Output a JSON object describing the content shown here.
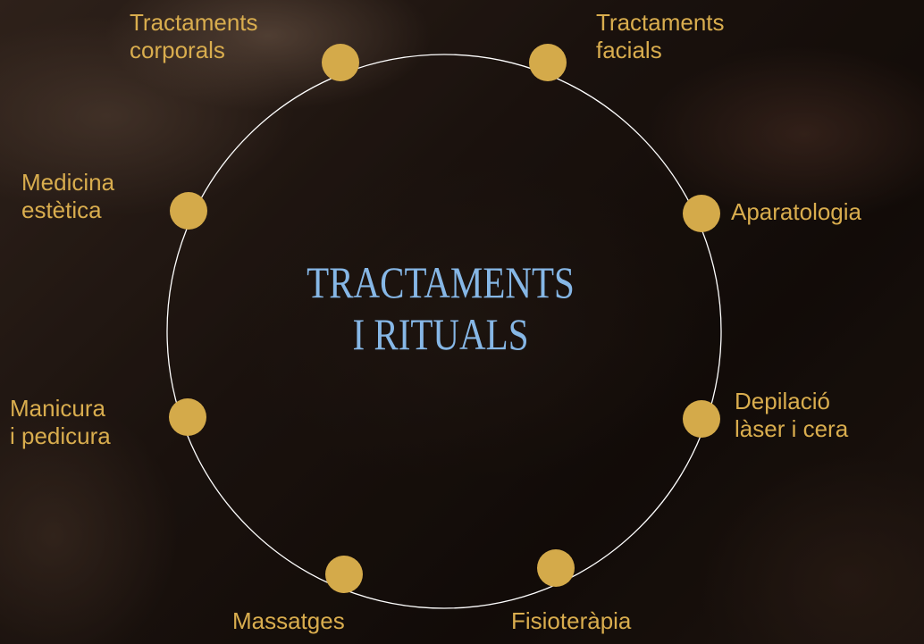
{
  "center": {
    "title_line1": "TRACTAMENTS",
    "title_line2": "I RITUALS"
  },
  "items": [
    {
      "line1": "Tractaments",
      "line2": "corporals"
    },
    {
      "line1": "Tractaments",
      "line2": "facials"
    },
    {
      "line1": "Aparatologia",
      "line2": ""
    },
    {
      "line1": "Depilació",
      "line2": "làser i cera"
    },
    {
      "line1": "Fisioteràpia",
      "line2": ""
    },
    {
      "line1": "Massatges",
      "line2": ""
    },
    {
      "line1": "Manicura",
      "line2": "i pedicura"
    },
    {
      "line1": "Medicina",
      "line2": "estètica"
    }
  ],
  "colors": {
    "accent_gold": "#d4aa4a",
    "label_gold": "#d9ad4e",
    "title_blue": "#86b7e6",
    "ring": "#ffffff"
  }
}
